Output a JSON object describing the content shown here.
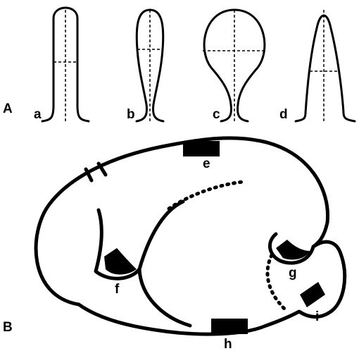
{
  "panels": {
    "A": {
      "label": "A",
      "shapes": [
        {
          "key": "a",
          "label": "a"
        },
        {
          "key": "b",
          "label": "b"
        },
        {
          "key": "c",
          "label": "c"
        },
        {
          "key": "d",
          "label": "d"
        }
      ]
    },
    "B": {
      "label": "B",
      "markers": [
        {
          "key": "e",
          "label": "e"
        },
        {
          "key": "f",
          "label": "f"
        },
        {
          "key": "g",
          "label": "g"
        },
        {
          "key": "h",
          "label": "h"
        },
        {
          "key": "i",
          "label": "i"
        }
      ]
    }
  },
  "colors": {
    "ink": "#000000",
    "paper": "#ffffff"
  }
}
